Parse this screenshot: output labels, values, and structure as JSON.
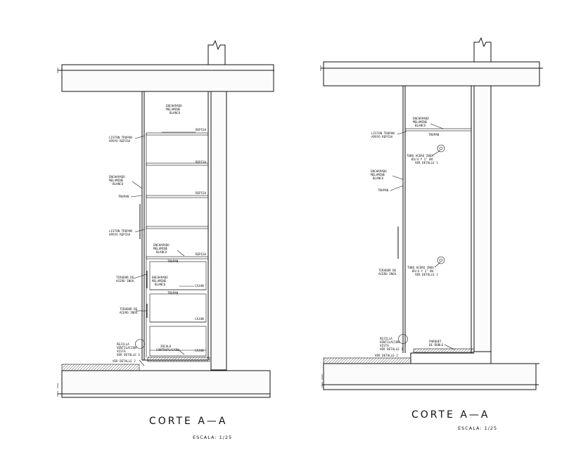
{
  "left": {
    "labels": {
      "enchapado_top": [
        "ENCHAPADO",
        "MELAMINE",
        "BLANCO"
      ],
      "repisa_1": "REPISA",
      "liston_1": [
        "LISTON TRUPAN",
        "APOYO REPISA"
      ],
      "repisa_2": "REPISA",
      "enchapado_side": [
        "ENCHAPADO",
        "MELAMINE",
        "BLANCO"
      ],
      "repisa_3": "REPISA",
      "trupan": "TRUPAN",
      "liston_2": [
        "LISTON TRUPAN",
        "APOYO REPISA"
      ],
      "enchapado_mid": [
        "ENCHAPADO",
        "MELAMINE",
        "BLANCO"
      ],
      "repisa_4": "REPISA",
      "trupan_2": "TRUPAN",
      "tirador": [
        "TIRADOR DE",
        "ACERO INOX."
      ],
      "enchapado_low": [
        "ENCHAPADO",
        "MELAMINE",
        "BLANCO"
      ],
      "cajon_1": "CAJON",
      "trupan_3": "TRUPAN",
      "tirador_2": [
        "TIRADOR DE",
        "ACERO INOX."
      ],
      "cajon_2": "CAJON",
      "rejilla": [
        "REJILLA",
        "VENTILACION",
        "VISTA",
        "VER DETALLE 3"
      ],
      "zocalo": [
        "ZOCALO",
        "CONTRAPLACADO"
      ],
      "cajon_3": "CAJON",
      "detalle_2": "VER DETALLE 2"
    },
    "title": "CORTE A—A",
    "scale": "ESCALA: 1/25"
  },
  "right": {
    "labels": {
      "enchapado_top": [
        "ENCHAPADO",
        "MELAMINE",
        "BLANCO"
      ],
      "liston": [
        "LISTON TRUPAN",
        "APOYO REPISA"
      ],
      "trupan_top": "TRUPAN",
      "tubo_1": [
        "TUBO ACERO INOX.",
        "Ø3/4 Y 1\" Ø4",
        "VER DETALLE 1"
      ],
      "enchapado_side": [
        "ENCHAPADO",
        "MELAMINE",
        "BLANCO"
      ],
      "trupan": "TRUPAN",
      "tirador": [
        "TIRADOR DE",
        "ACERO INOX."
      ],
      "tubo_2": [
        "TUBO ACERO INOX.",
        "Ø3/4 Y 1\" Ø4",
        "VER DETALLE 1"
      ],
      "rejilla": [
        "REJILLA",
        "VENTILACION",
        "VISTA",
        "VER DETALLE 3"
      ],
      "parquet": [
        "PARQUET",
        "DE ROBLE"
      ],
      "detalle_2": "VER DETALLE 2"
    },
    "title": "CORTE A—A",
    "scale": "ESCALA: 1/25"
  }
}
